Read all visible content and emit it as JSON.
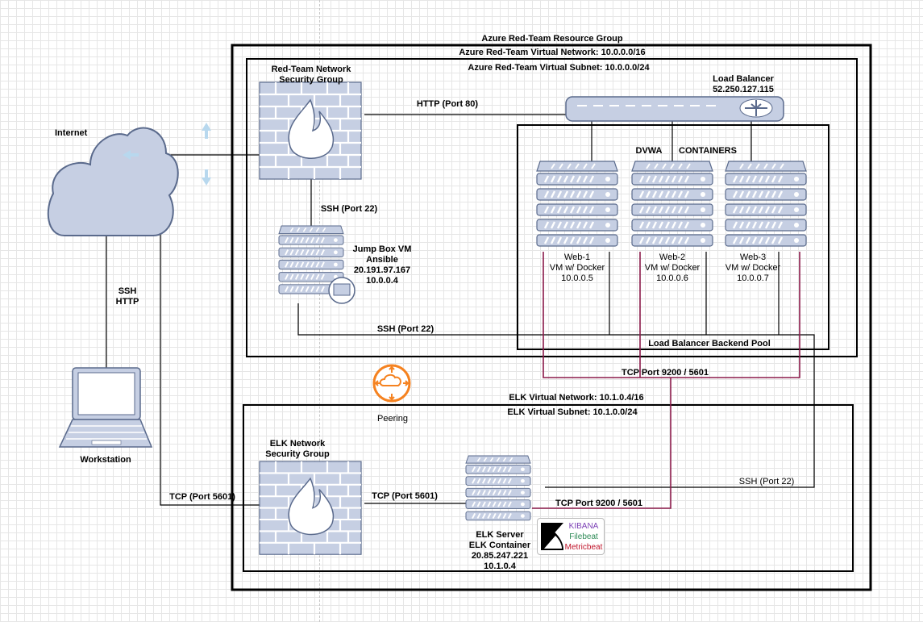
{
  "resource_group": "Azure Red-Team Resource Group",
  "virtual_network": "Azure Red-Team Virtual Network: 10.0.0.0/16",
  "virtual_subnet": "Azure Red-Team Virtual Subnet: 10.0.0.0/24",
  "internet": "Internet",
  "red_nsg": [
    "Red-Team Network",
    "Security Group"
  ],
  "http_port80": "HTTP (Port 80)",
  "load_balancer": [
    "Load Balancer",
    "52.250.127.115"
  ],
  "dvwa": "DVWA",
  "containers": "CONTAINERS",
  "ssh22": "SSH (Port 22)",
  "jumpbox": [
    "Jump Box VM",
    "Ansible",
    "20.191.97.167",
    "10.0.0.4"
  ],
  "web1": [
    "Web-1",
    "VM w/ Docker",
    "10.0.0.5"
  ],
  "web2": [
    "Web-2",
    "VM w/ Docker",
    "10.0.0.6"
  ],
  "web3": [
    "Web-3",
    "VM w/ Docker",
    "10.0.0.7"
  ],
  "ssh_http": [
    "SSH",
    "HTTP"
  ],
  "ssh22_mid": "SSH (Port 22)",
  "backend_pool": "Load Balancer Backend Pool",
  "tcp_9200_top": "TCP Port 9200 / 5601",
  "elk_vnet": "ELK Virtual Network: 10.1.0.4/16",
  "peering": "Peering",
  "elk_subnet": "ELK Virtual Subnet: 10.1.0.0/24",
  "workstation": "Workstation",
  "elk_nsg": [
    "ELK Network",
    "Security Group"
  ],
  "tcp5601_left": "TCP (Port 5601)",
  "tcp5601_mid": "TCP  (Port 5601)",
  "tcp_9200_bottom": "TCP Port 9200 / 5601",
  "ssh22_elk": "SSH (Port 22)",
  "elk_server": [
    "ELK Server",
    "ELK Container",
    "20.85.247.221",
    "10.1.0.4"
  ],
  "elk_badge": [
    "KIBANA",
    "Filebeat",
    "Metricbeat"
  ],
  "colors": {
    "line": "#000000",
    "maroon_line": "#8b1a4a",
    "server_fill": "#c6cfe3",
    "server_stroke": "#5a6a8c",
    "peering": "#f58220",
    "kibana": "#7b3fb5",
    "filebeat": "#2e8b57",
    "metricbeat": "#c0142a"
  }
}
